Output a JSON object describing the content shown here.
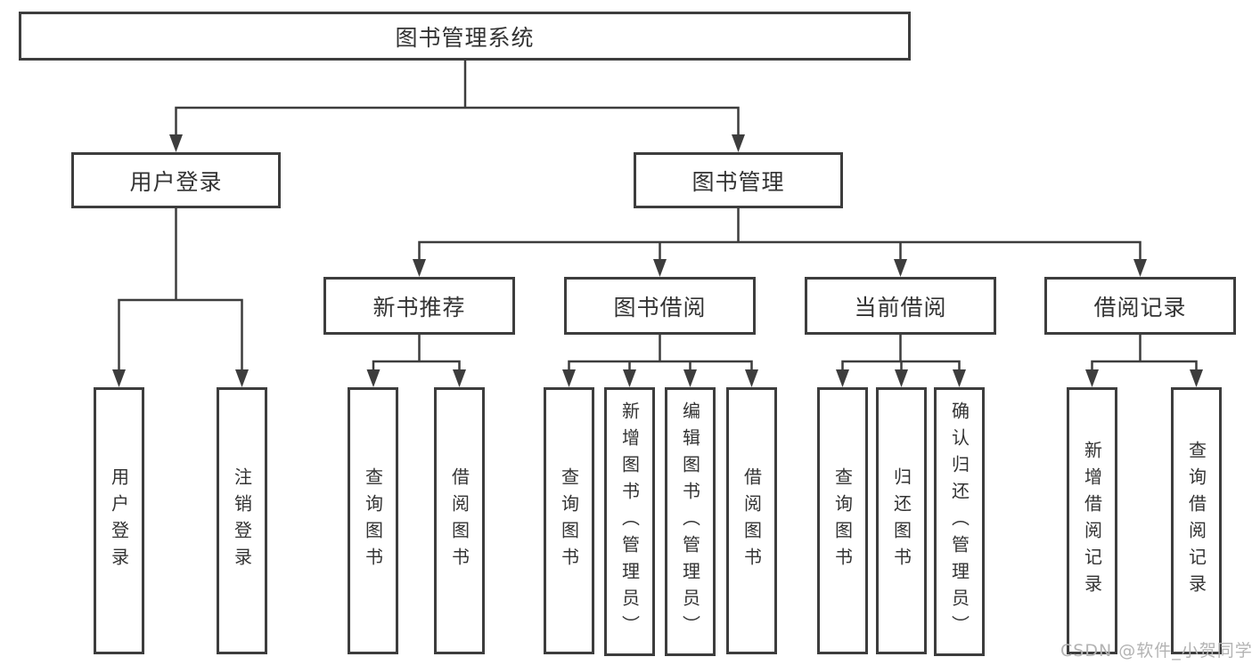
{
  "colors": {
    "line": "#3d3d3d",
    "text": "#333333",
    "watermark": "#b3b3b3",
    "background": "#ffffff"
  },
  "tree": {
    "root": {
      "label": "图书管理系统"
    },
    "branches": [
      {
        "label": "用户登录",
        "children": [
          {
            "label": "用户登录"
          },
          {
            "label": "注销登录"
          }
        ]
      },
      {
        "label": "图书管理",
        "children": [
          {
            "label": "新书推荐",
            "children": [
              {
                "label": "查询图书"
              },
              {
                "label": "借阅图书"
              }
            ]
          },
          {
            "label": "图书借阅",
            "children": [
              {
                "label": "查询图书"
              },
              {
                "label": "新增图书（管理员）"
              },
              {
                "label": "编辑图书（管理员）"
              },
              {
                "label": "借阅图书"
              }
            ]
          },
          {
            "label": "当前借阅",
            "children": [
              {
                "label": "查询图书"
              },
              {
                "label": "归还图书"
              },
              {
                "label": "确认归还（管理员）"
              }
            ]
          },
          {
            "label": "借阅记录",
            "children": [
              {
                "label": "新增借阅记录"
              },
              {
                "label": "查询借阅记录"
              }
            ]
          }
        ]
      }
    ]
  },
  "watermark": {
    "text": "CSDN @软件_小贺同学"
  }
}
